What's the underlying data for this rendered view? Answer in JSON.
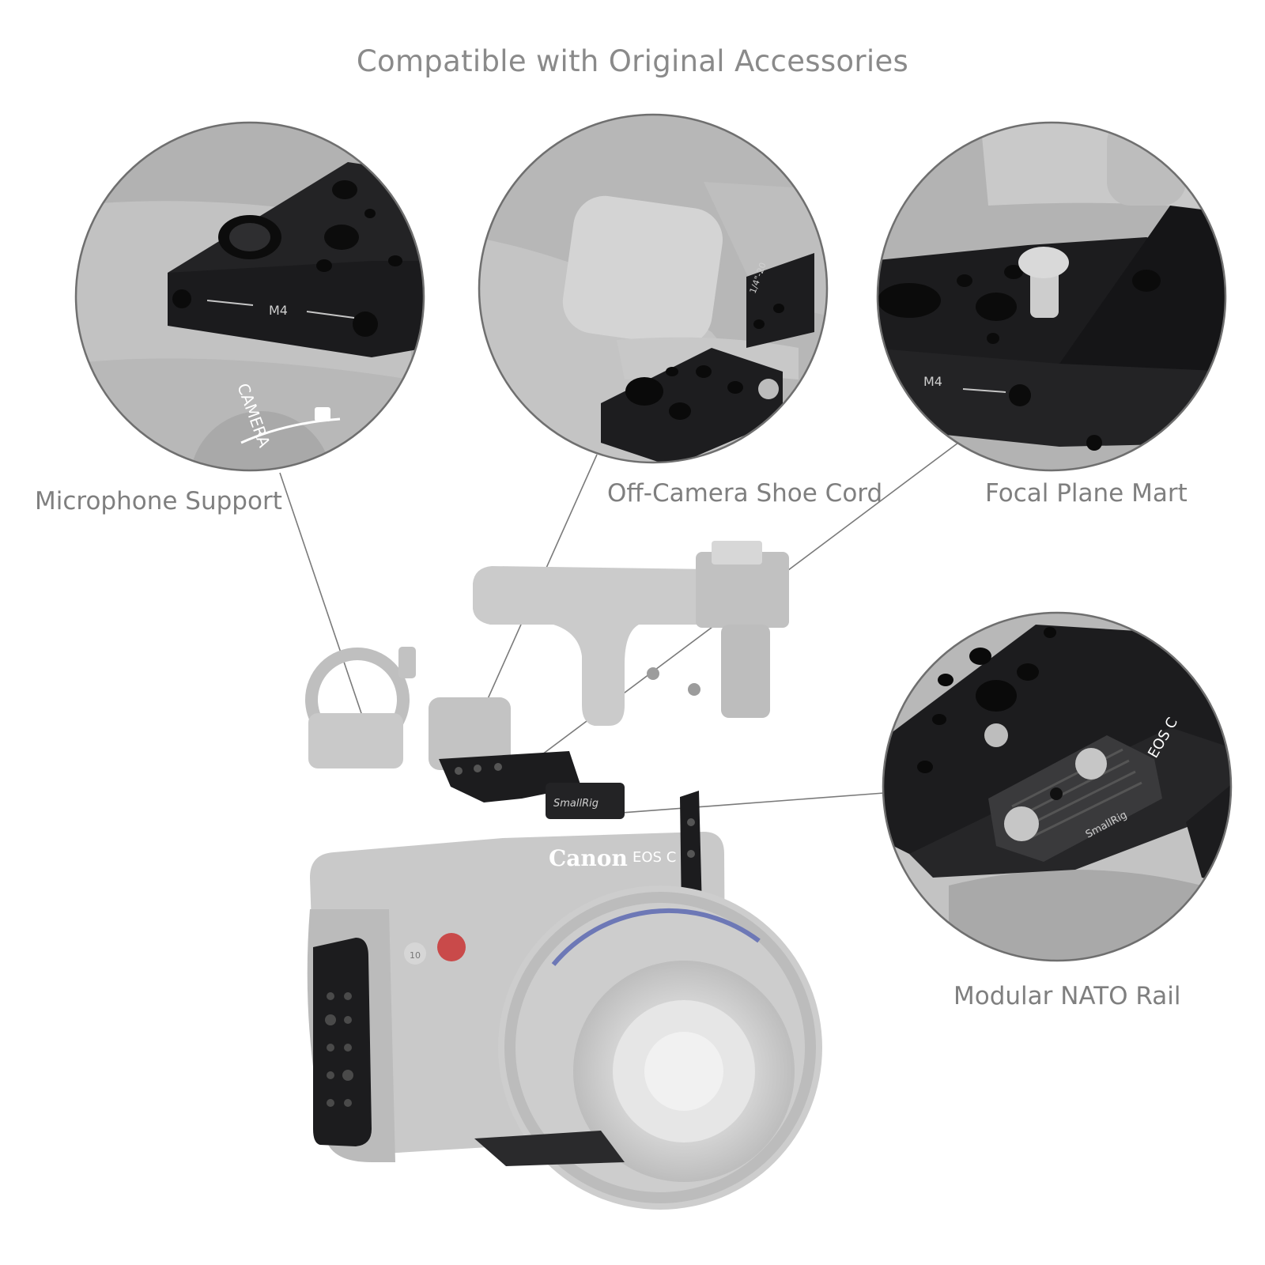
{
  "title": "Compatible with Original Accessories",
  "callouts": [
    {
      "label": "Microphone Support"
    },
    {
      "label": "Off-Camera Shoe Cord"
    },
    {
      "label": "Focal Plane Mart"
    },
    {
      "label": "Modular NATO Rail"
    }
  ],
  "engravings": {
    "m4": "M4",
    "m4_b": "M4",
    "camera_mark": "CAMERA",
    "thread_mark": "1/4\"-20",
    "cage_brand": "SmallRig",
    "nato_brand": "SmallRig",
    "camera_brand": "Canon",
    "camera_model": "EOS C",
    "model_b": "EOS C",
    "button_number": "10"
  },
  "colors": {
    "text": "#808080",
    "ring": "#6f6f6f",
    "metal": "#1c1c1e",
    "ghost": "#c8c8c8"
  }
}
